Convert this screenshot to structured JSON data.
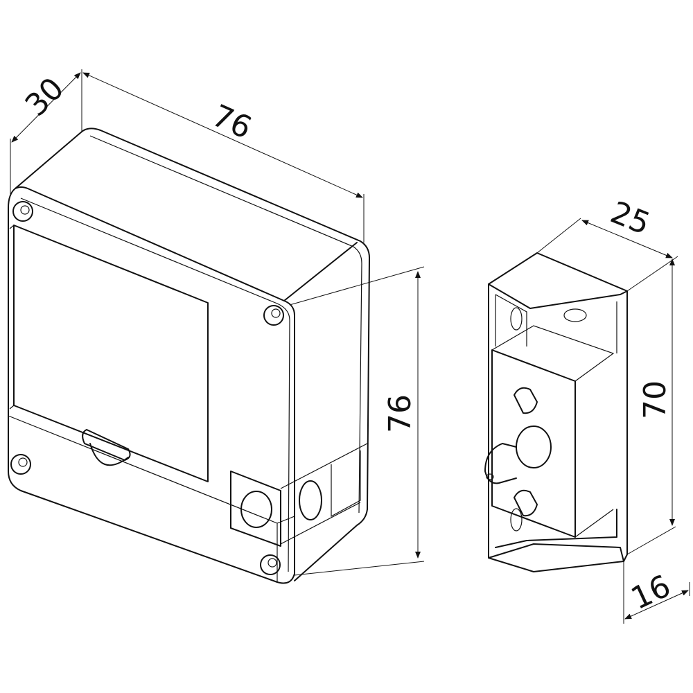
{
  "dimensions": {
    "box_depth": "30",
    "box_width": "76",
    "box_height": "76",
    "strike_width": "25",
    "strike_height": "70",
    "strike_depth": "16"
  },
  "colors": {
    "line": "#111111",
    "background": "#ffffff"
  }
}
